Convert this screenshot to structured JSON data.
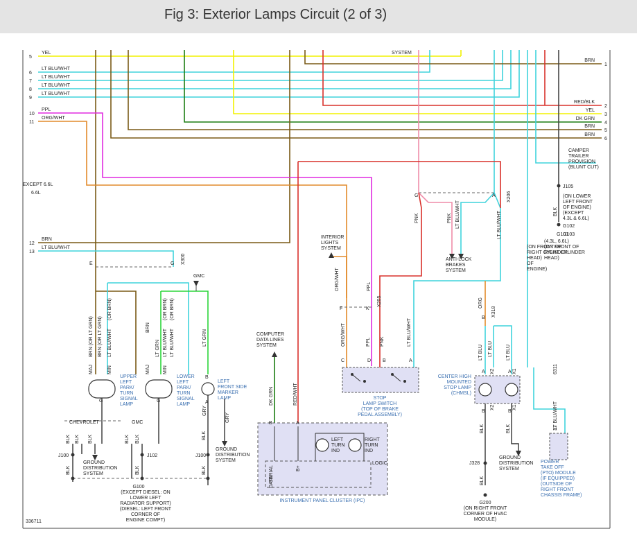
{
  "title": "Fig 3: Exterior Lamps Circuit (2 of 3)",
  "figure_id": "336711",
  "colors": {
    "yellow": "#f2f200",
    "brown": "#7a5a16",
    "light_blue": "#3fd3dc",
    "dark_green": "#1c7d12",
    "purple": "#e02ce0",
    "orange": "#e28a2a",
    "red": "#d9302a",
    "pink": "#ef8ca8",
    "green": "#2bd53a",
    "dark_brown": "#6b4a10",
    "line": "#444444",
    "box_fill": "#e0e0f4",
    "label_blue": "#3a6fb0"
  },
  "left_pins": [
    {
      "num": "5",
      "wire": "YEL"
    },
    {
      "num": "6",
      "wire": "LT BLU/WHT"
    },
    {
      "num": "7",
      "wire": "LT BLU/WHT"
    },
    {
      "num": "8",
      "wire": "LT BLU/WHT"
    },
    {
      "num": "9",
      "wire": "LT BLU/WHT"
    },
    {
      "num": "10",
      "wire": "PPL"
    },
    {
      "num": "11",
      "wire": "ORG/WHT"
    },
    {
      "num": "12",
      "wire": "BRN"
    },
    {
      "num": "13",
      "wire": "LT BLU/WHT"
    }
  ],
  "right_pins": [
    {
      "num": "1",
      "wire": "BRN"
    },
    {
      "num": "2",
      "wire": "RED/BLK"
    },
    {
      "num": "3",
      "wire": "YEL"
    },
    {
      "num": "4",
      "wire": "DK GRN"
    },
    {
      "num": "5",
      "wire": "BRN"
    },
    {
      "num": "6",
      "wire": "BRN"
    }
  ],
  "labels": {
    "system_top": "SYSTEM",
    "except_66": "EXCEPT 6.6L",
    "l66": "6.6L",
    "gmc_top": "GMC",
    "chevrolet": "CHEVROLET",
    "gmc_mid": "GMC",
    "x300": "X300",
    "x206": "X206",
    "x205": "X205",
    "x318": "X318",
    "maj": "MAJ",
    "min": "MIN",
    "upper_lamp": [
      "UPPER",
      "LEFT",
      "PARK/",
      "TURN",
      "SIGNAL",
      "LAMP"
    ],
    "lower_lamp": [
      "LOWER",
      "LEFT",
      "PARK/",
      "TURN",
      "SIGNAL",
      "LAMP"
    ],
    "marker_lamp": [
      "LEFT",
      "FRONT SIDE",
      "MARKER",
      "LAMP"
    ],
    "ground_dist": [
      "GROUND",
      "DISTRIBUTION",
      "SYSTEM"
    ],
    "interior_lights": [
      "INTERIOR",
      "LIGHTS",
      "SYSTEM"
    ],
    "computer_data": [
      "COMPUTER",
      "DATA LINES",
      "SYSTEM"
    ],
    "stop_switch": [
      "STOP",
      "LAMP SWITCH",
      "(TOP OF BRAKE",
      "PEDAL ASSEMBLY)"
    ],
    "anti_lock": [
      "ANTI-LOCK",
      "BRAKES",
      "SYSTEM"
    ],
    "chmsl": [
      "CENTER HIGH",
      "MOUNTED",
      "STOP LAMP",
      "(CHMSL)"
    ],
    "ipc": "INSTRUMENT PANEL CLUSTER (IPC)",
    "left_turn_ind": [
      "LEFT",
      "TURN",
      "IND"
    ],
    "right_turn_ind": [
      "RIGHT",
      "TURN",
      "IND"
    ],
    "logic": "LOGIC",
    "serial_data": [
      "SERIAL",
      "DATA"
    ],
    "b_plus": "B+",
    "pto": [
      "POWER",
      "TAKE OFF",
      "(PTO) MODULE",
      "(IF EQUIPPED)",
      "(OUTSIDE OF",
      "RIGHT FRONT",
      "CHASSIS FRAME)"
    ],
    "camper": [
      "CAMPER",
      "TRAILER",
      "PROVISION",
      "(BLUNT CUT)"
    ],
    "j105": "J105",
    "j105_desc": [
      "(ON LOWER",
      "LEFT FRONT",
      "OF ENGINE)",
      "(EXCEPT",
      "4.3L & 6.6L)"
    ],
    "g102": "G102",
    "g103": "G103",
    "g101": "G101",
    "g103_desc": [
      "(4.3L, 6.6L)",
      "(ON FRONT OF",
      "RIGHT CYLINDER",
      "HEAD)"
    ],
    "g101_desc": [
      "(ON FRONT OF",
      "RIGHT CYLINDER",
      "HEAD)",
      "OF",
      "ENGINE)"
    ],
    "j100": "J100",
    "j102": "J102",
    "j328": "J328",
    "g100": "G100",
    "g100_desc": [
      "(EXCEPT DIESEL: ON",
      "LOWER LEFT",
      "RADIATOR SUPPORT)",
      "(DIESEL: LEFT FRONT",
      "CORNER OF",
      "ENGINE COMPT)"
    ],
    "g200": "G200",
    "g200_desc": [
      "(ON RIGHT FRONT",
      "CORNER OF HVAC",
      "MODULE)"
    ],
    "wire_brn_orltgrn": "BRN (OR LT GRN)",
    "wire_brn": "BRN",
    "wire_ltblu": "LT BLU",
    "wire_ltbluwht": "LT BLU/WHT",
    "wire_orbrn": "(OR BRN)",
    "wire_ltgrn": "LT GRN",
    "wire_gry": "GRY",
    "wire_blk": "BLK",
    "wire_dkgrn": "DK GRN",
    "wire_redwht": "RED/WHT",
    "wire_orgwht": "ORG/WHT",
    "wire_ppl": "PPL",
    "wire_pnk": "PNK",
    "wire_org": "ORG",
    "pin_c": "C",
    "pin_d": "D",
    "pin_b": "B",
    "pin_a": "A",
    "pin_e": "E",
    "pin_g": "G",
    "pin_f": "F",
    "pin_k": "K",
    "pin_x1": "X1",
    "pin_x2": "X2",
    "pin_37": "37",
    "pin_6311": "6311"
  }
}
